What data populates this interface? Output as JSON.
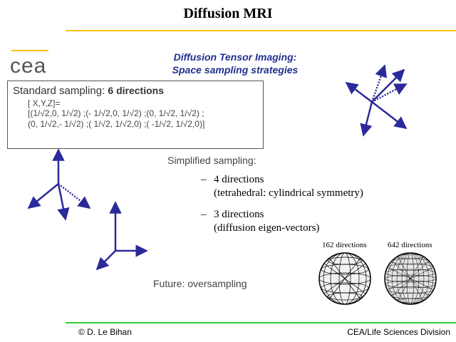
{
  "title": "Diffusion MRI",
  "logo": {
    "text": "cea"
  },
  "subtitle": {
    "line1": "Diffusion Tensor Imaging:",
    "line2": "Space sampling strategies"
  },
  "standard": {
    "heading": "Standard sampling:",
    "count": "6 directions",
    "lines": [
      "[ X,Y,Z]=",
      "[(1/√2,0, 1/√2) ;(- 1/√2,0, 1/√2) ;(0, 1/√2, 1/√2) ;",
      "(0, 1/√2,- 1/√2) ;( 1/√2, 1/√2,0) ;( -1/√2, 1/√2,0)]"
    ]
  },
  "simplified": {
    "heading": "Simplified sampling:",
    "items": [
      {
        "dash": "–",
        "main": "4 directions",
        "detail": "(tetrahedral: cylindrical symmetry)"
      },
      {
        "dash": "–",
        "main": "3 directions",
        "detail": "(diffusion eigen-vectors)"
      }
    ]
  },
  "spheres": [
    {
      "label": "162 directions"
    },
    {
      "label": "642 directions"
    }
  ],
  "future": "Future: oversampling",
  "footer": {
    "left": "© D. Le Bihan",
    "right": "CEA/Life Sciences Division"
  },
  "colors": {
    "arrow": "#2a2a9a",
    "rule": "#ffc000",
    "footer_rule": "#33cc33",
    "subtitle": "#1f2f8f"
  }
}
